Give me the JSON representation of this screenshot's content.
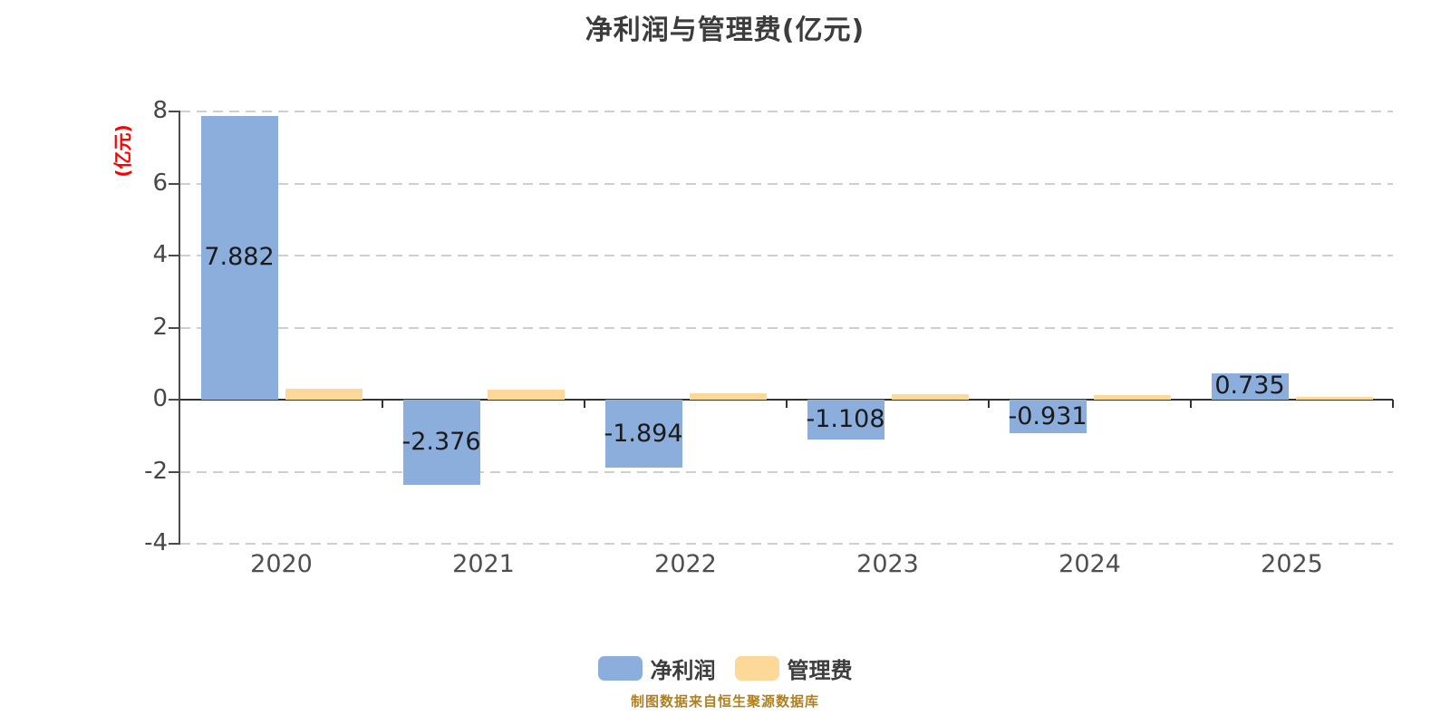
{
  "title": "净利润与管理费(亿元)",
  "y_axis_name": "(亿元)",
  "source_note": "制图数据来自恒生聚源数据库",
  "legend": [
    {
      "label": "净利润",
      "color": "#8caedd"
    },
    {
      "label": "管理费",
      "color": "#fcd998"
    }
  ],
  "chart_data": {
    "type": "bar",
    "title": "净利润与管理费(亿元)",
    "categories": [
      "2020",
      "2021",
      "2022",
      "2023",
      "2024",
      "2025"
    ],
    "series": [
      {
        "name": "净利润",
        "color": "#8caedd",
        "values": [
          7.882,
          -2.376,
          -1.894,
          -1.108,
          -0.931,
          0.735
        ],
        "labels": [
          "7.882",
          "-2.376",
          "-1.894",
          "-1.108",
          "-0.931",
          "0.735"
        ],
        "show_labels": true
      },
      {
        "name": "管理费",
        "color": "#fcd998",
        "values": [
          0.31,
          0.27,
          0.18,
          0.15,
          0.12,
          0.08
        ],
        "labels": [],
        "show_labels": false
      }
    ],
    "ylabel": "(亿元)",
    "xlabel": "",
    "ylim": [
      -4,
      8
    ],
    "yticks": [
      8,
      6,
      4,
      2,
      0,
      -2,
      -4
    ],
    "grid": "horizontal-dashed",
    "legend_position": "bottom"
  }
}
